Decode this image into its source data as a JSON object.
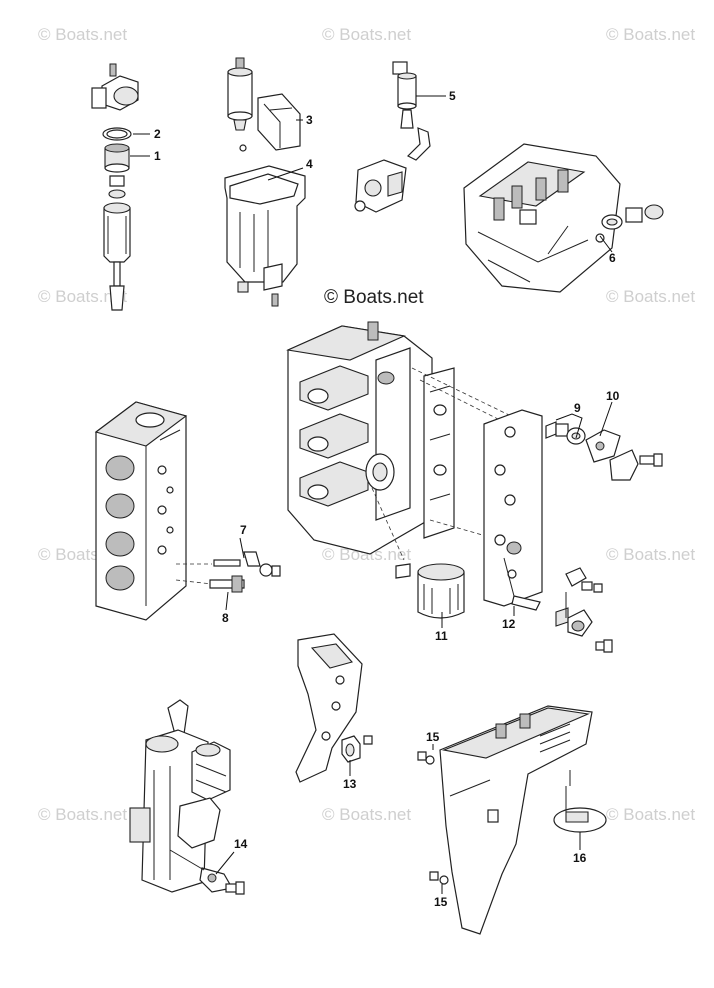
{
  "watermarks": {
    "text": "© Boats.net",
    "center_text": "© Boats.net"
  },
  "callouts": [
    "1",
    "2",
    "3",
    "4",
    "5",
    "6",
    "7",
    "8",
    "9",
    "10",
    "11",
    "12",
    "13",
    "14",
    "15",
    "15",
    "16"
  ],
  "colors": {
    "line": "#222222",
    "watermark": "#cfcfcf",
    "background": "#ffffff"
  }
}
